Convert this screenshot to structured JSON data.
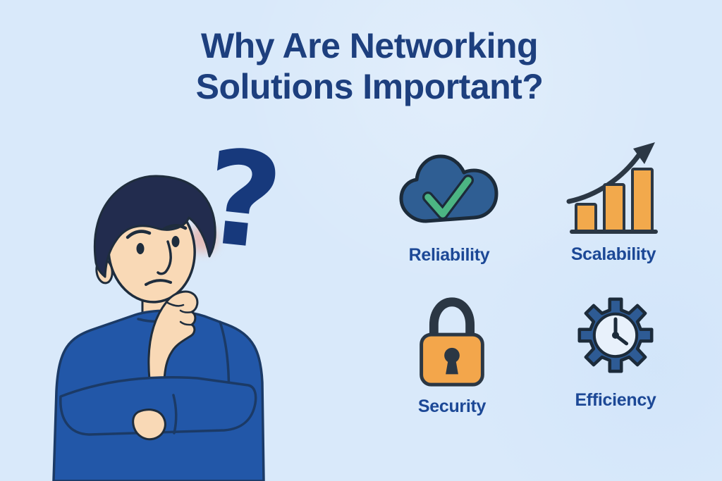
{
  "meta": {
    "type": "infographic-poster"
  },
  "background": {
    "color": "#d9e9fa"
  },
  "title": {
    "line1": "Why Are Networking",
    "line2": "Solutions Important?",
    "color": "#1d3f7e"
  },
  "illustration": {
    "name": "thinking-man",
    "question_mark": "?",
    "sweater_color": "#2257a8",
    "skin_color": "#f9d9b6",
    "hair_color": "#222c4e",
    "outline_color": "#1f2d3d"
  },
  "features": [
    {
      "label": "Reliability",
      "icon": "cloud-check-icon",
      "icon_colors": {
        "cloud": "#2f5e93",
        "check": "#4cb583",
        "outline": "#1c2b3a"
      }
    },
    {
      "label": "Scalability",
      "icon": "growth-bars-icon",
      "icon_colors": {
        "bars": "#f2a94c",
        "arrow": "#2b3744",
        "outline": "#2b3744"
      }
    },
    {
      "label": "Security",
      "icon": "padlock-icon",
      "icon_colors": {
        "body": "#f3a64b",
        "shackle": "#2b3744",
        "outline": "#2b3744"
      }
    },
    {
      "label": "Efficiency",
      "icon": "gear-clock-icon",
      "icon_colors": {
        "gear": "#2e5b94",
        "clock_face": "#e8f1fb",
        "outline": "#1c2b3a"
      }
    }
  ],
  "label_color": "#1c4896"
}
